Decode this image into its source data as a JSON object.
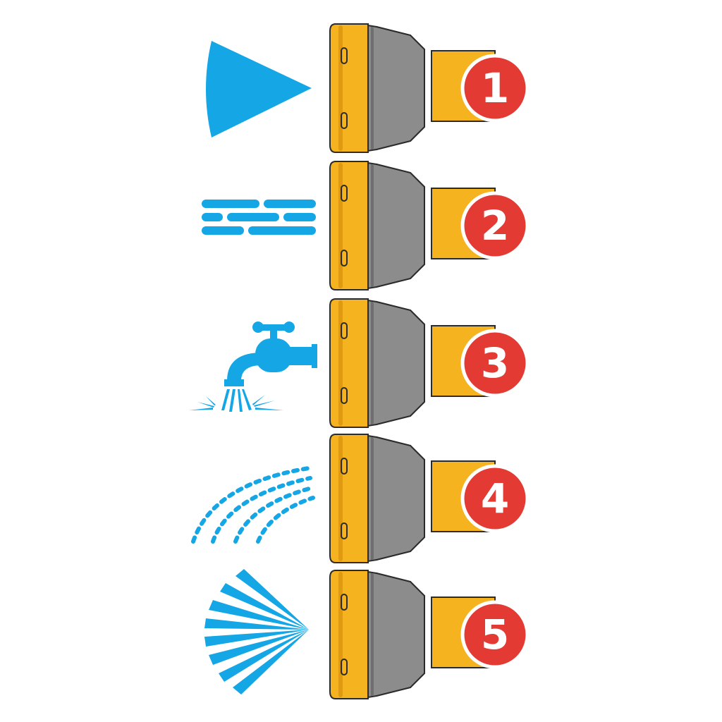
{
  "colors": {
    "spray_blue": "#15a6e6",
    "nozzle_yellow": "#f6b320",
    "nozzle_grey": "#8c8c8c",
    "badge_red": "#e33a34",
    "outline": "#2b2b2b",
    "white": "#ffffff"
  },
  "settings": [
    {
      "number": "1",
      "pattern_icon": "jet-cone-icon"
    },
    {
      "number": "2",
      "pattern_icon": "flat-stream-icon"
    },
    {
      "number": "3",
      "pattern_icon": "tap-shower-icon"
    },
    {
      "number": "4",
      "pattern_icon": "mist-arc-icon"
    },
    {
      "number": "5",
      "pattern_icon": "fan-spray-icon"
    }
  ]
}
